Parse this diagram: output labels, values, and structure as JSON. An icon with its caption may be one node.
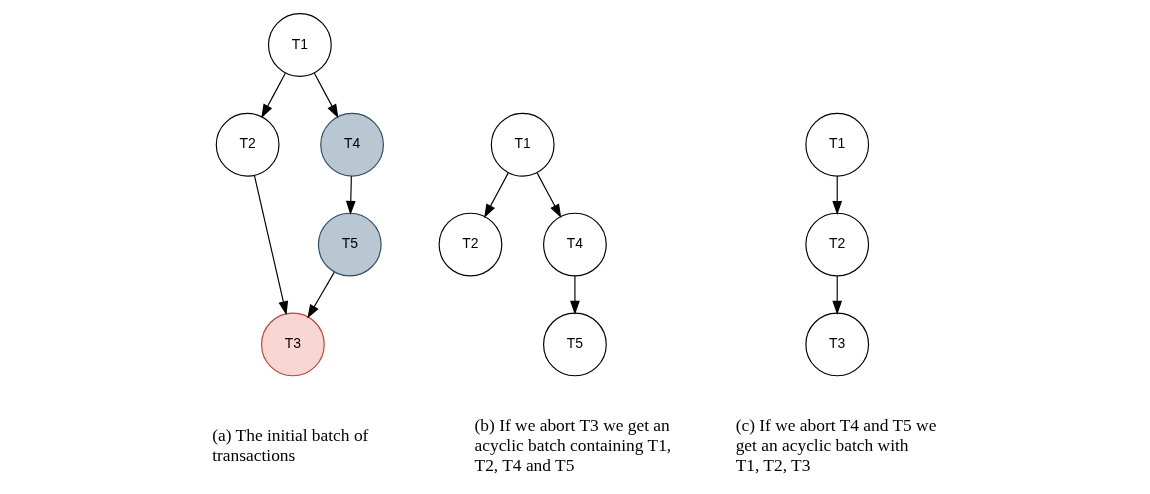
{
  "diagram": {
    "nodes": [
      {
        "text": [
          "T1"
        ]
      },
      {
        "text": [
          "T2"
        ]
      },
      {
        "text": [
          "T4"
        ]
      },
      {
        "text": [
          "T5"
        ]
      },
      {
        "text": [
          "T3"
        ]
      },
      {
        "text": [
          "T1"
        ]
      },
      {
        "text": [
          "T2"
        ]
      },
      {
        "text": [
          "T4"
        ]
      },
      {
        "text": [
          "T5"
        ]
      },
      {
        "text": [
          "T1"
        ]
      },
      {
        "text": [
          "T2"
        ]
      },
      {
        "text": [
          "T3"
        ]
      }
    ],
    "edges": [
      {
        "from": 0,
        "to": 1,
        "arrow": "to"
      },
      {
        "from": 0,
        "to": 2,
        "arrow": "to"
      },
      {
        "from": 2,
        "to": 3,
        "arrow": "to"
      },
      {
        "from": 1,
        "to": 4,
        "arrow": "to"
      },
      {
        "from": 3,
        "to": 4,
        "arrow": "to"
      },
      {
        "from": 5,
        "to": 6,
        "arrow": "to"
      },
      {
        "from": 5,
        "to": 7,
        "arrow": "to"
      },
      {
        "from": 7,
        "to": 8,
        "arrow": "to"
      },
      {
        "from": 9,
        "to": 10,
        "arrow": "to"
      },
      {
        "from": 10,
        "to": 11,
        "arrow": "to"
      }
    ],
    "labels": [
      "(a) The initial batch of transactions",
      "(b) If we abort T3 we get an acyclic batch containing T1, T2, T4 and T5",
      "(c) If we abort T4 and T5 we get an acyclic batch with T1, T2, T3"
    ]
  }
}
